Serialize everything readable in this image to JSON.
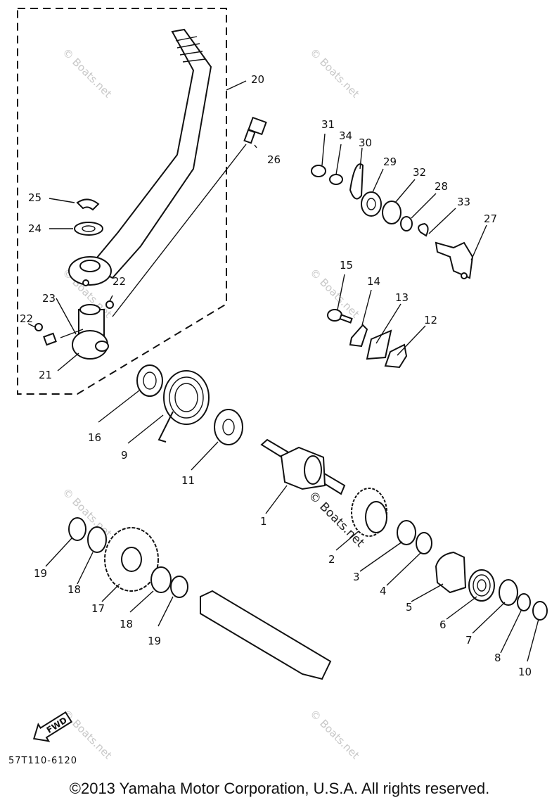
{
  "labels": {
    "p1": "1",
    "p2": "2",
    "p3": "3",
    "p4": "4",
    "p5": "5",
    "p6": "6",
    "p7": "7",
    "p8": "8",
    "p9": "9",
    "p10": "10",
    "p11": "11",
    "p12": "12",
    "p13": "13",
    "p14": "14",
    "p15": "15",
    "p16": "16",
    "p17": "17",
    "p18a": "18",
    "p18b": "18",
    "p19a": "19",
    "p19b": "19",
    "p20": "20",
    "p21": "21",
    "p22a": "22",
    "p22b": "22",
    "p23": "23",
    "p24": "24",
    "p25": "25",
    "p26": "26",
    "p27": "27",
    "p28": "28",
    "p29": "29",
    "p30": "30",
    "p31": "31",
    "p32": "32",
    "p33": "33",
    "p34": "34"
  },
  "fwd_label": "FWD",
  "drawing_code": "57T110-6120",
  "watermark": "© Boats.net",
  "copyright": "©2013 Yamaha Motor Corporation, U.S.A. All rights reserved."
}
